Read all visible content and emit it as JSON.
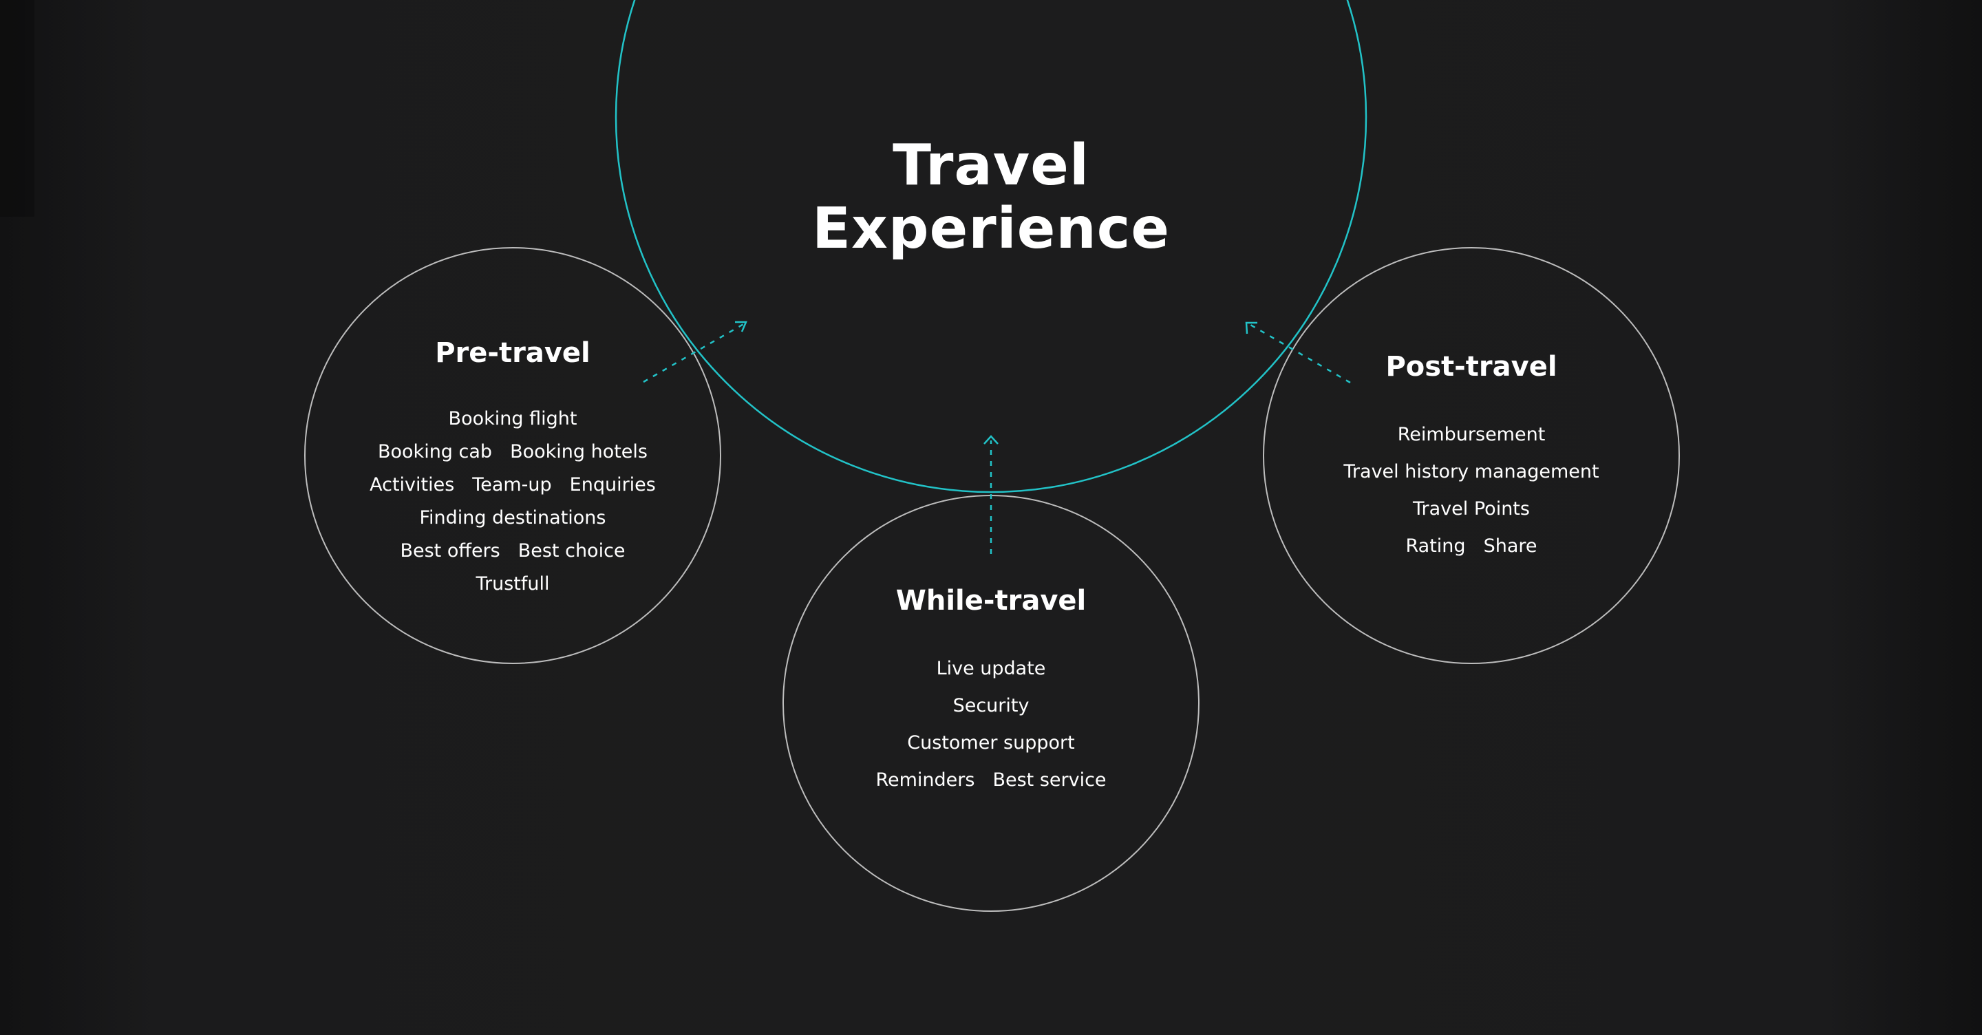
{
  "title": {
    "line1": "Travel",
    "line2": "Experience"
  },
  "colors": {
    "background": "#1b1b1c",
    "accent": "#22c3c8",
    "circle_stroke": "#bdbdbd",
    "text": "#ffffff"
  },
  "nodes": {
    "pre": {
      "heading": "Pre-travel",
      "rows": [
        [
          "Booking flight"
        ],
        [
          "Booking cab",
          "Booking hotels"
        ],
        [
          "Activities",
          "Team-up",
          "Enquiries"
        ],
        [
          "Finding destinations"
        ],
        [
          "Best offers",
          "Best choice"
        ],
        [
          "Trustfull"
        ]
      ]
    },
    "while": {
      "heading": "While-travel",
      "rows": [
        [
          "Live update"
        ],
        [
          "Security"
        ],
        [
          "Customer support"
        ],
        [
          "Reminders",
          "Best service"
        ]
      ]
    },
    "post": {
      "heading": "Post-travel",
      "rows": [
        [
          "Reimbursement"
        ],
        [
          "Travel history management"
        ],
        [
          "Travel Points"
        ],
        [
          "Rating",
          "Share"
        ]
      ]
    }
  }
}
